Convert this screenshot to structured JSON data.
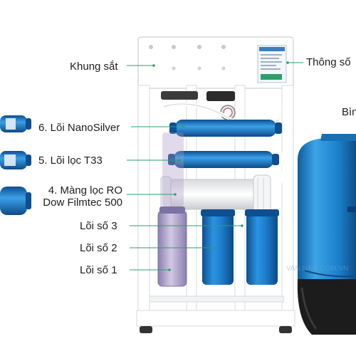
{
  "labels": {
    "frame": "Khung sắt",
    "spec": "Thông số",
    "tank": "Bìn",
    "nanosilver": "6. Lõi NanoSilver",
    "t33": "5. Lõi lọc T33",
    "ro_line1": "4. Màng lọc RO",
    "ro_line2": "Dow Filmtec 500",
    "core3": "Lõi số 3",
    "core2": "Lõi số 2",
    "core1": "Lõi số 1"
  },
  "watermark": "VAN NAM.COM.VN",
  "colors": {
    "frame": "#ffffff",
    "frame_edge": "#d6d8dc",
    "filter_blue": "#1c7fd0",
    "filter_blue_dark": "#0d4f8f",
    "tank_blue": "#1e86cf",
    "tank_base": "#1c1c1c",
    "sediment_purple": "#b3a4c7",
    "leader_line": "#2f9e6e"
  },
  "icons": [
    "spec-sticker-icon",
    "pressure-gauge-icon"
  ]
}
